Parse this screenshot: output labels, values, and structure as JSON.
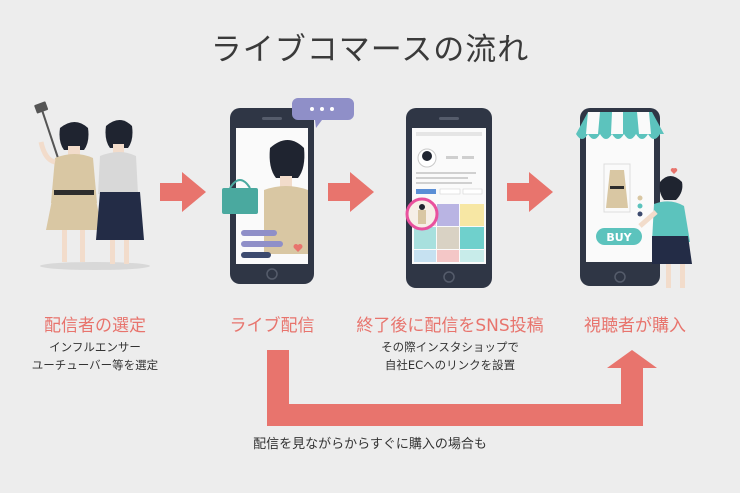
{
  "title": "ライブコマースの流れ",
  "steps": [
    {
      "label": "配信者の選定",
      "sub1": "インフルエンサー",
      "sub2": "ユーチューバー等を選定"
    },
    {
      "label": "ライブ配信"
    },
    {
      "label": "終了後に配信をSNS投稿",
      "sub1": "その際インスタショップで",
      "sub2": "自社ECへのリンクを設置"
    },
    {
      "label": "視聴者が購入"
    }
  ],
  "buy_label": "BUY",
  "bottom_note": "配信を見ながらからすぐに購入の場合も",
  "colors": {
    "accent": "#e8746d",
    "phone": "#2f3645",
    "teal": "#5cc3bd",
    "dress": "#d9c7a3"
  }
}
